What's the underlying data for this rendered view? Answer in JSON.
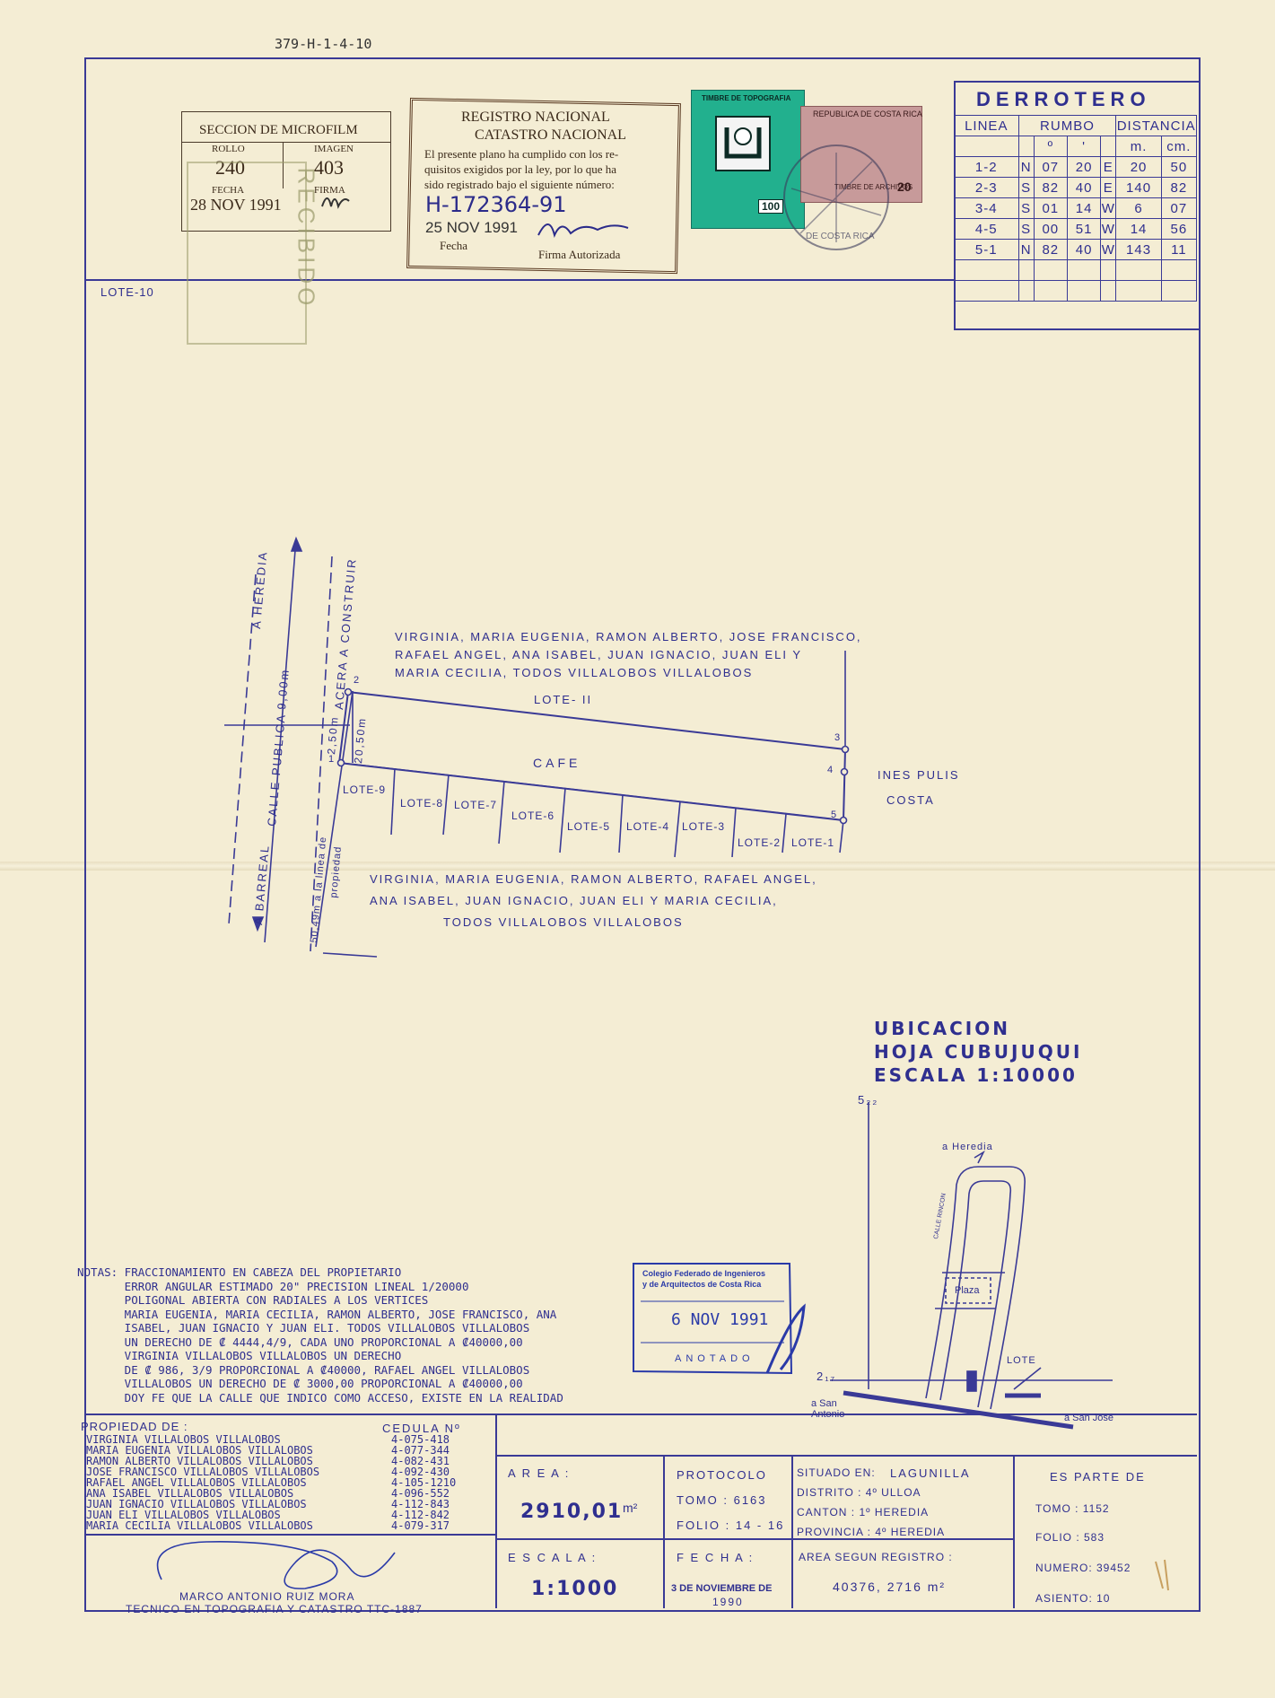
{
  "header_ref": "379-H-1-4-10",
  "microfilm": {
    "title": "SECCION DE MICROFILM",
    "rollo_label": "ROLLO",
    "imagen_label": "IMAGEN",
    "rollo": "240",
    "imagen": "403",
    "fecha_label": "FECHA",
    "firma_label": "FIRMA",
    "fecha": "28 NOV 1991"
  },
  "registro": {
    "line1": "REGISTRO NACIONAL",
    "line2": "CATASTRO NACIONAL",
    "text1": "El presente plano ha cumplido con los re-",
    "text2": "quisitos exigidos por la ley, por lo que ha",
    "text3": "sido registrado bajo el siguiente número:",
    "number": "H-172364-91",
    "date": "25 NOV 1991",
    "fecha_label": "Fecha",
    "firma_label": "Firma Autorizada"
  },
  "timbre": {
    "label": "TIMBRE DE TOPOGRAFIA",
    "value": "100",
    "stamp2": "REPUBLICA DE COSTA RICA",
    "stamp2_sub": "TIMBRE DE ARCHIVOS",
    "stamp2_value": "20",
    "postmark": "DE COSTA RICA"
  },
  "derrotero": {
    "title": "DERROTERO",
    "headers": [
      "LINEA",
      "RUMBO",
      "DISTANCIA"
    ],
    "sub": [
      "º",
      "'",
      "m.",
      "cm."
    ],
    "rows": [
      [
        "1-2",
        "N",
        "07",
        "20",
        "E",
        "20",
        "50"
      ],
      [
        "2-3",
        "S",
        "82",
        "40",
        "E",
        "140",
        "82"
      ],
      [
        "3-4",
        "S",
        "01",
        "14",
        "W",
        "6",
        "07"
      ],
      [
        "4-5",
        "S",
        "00",
        "51",
        "W",
        "14",
        "56"
      ],
      [
        "5-1",
        "N",
        "82",
        "40",
        "W",
        "143",
        "11"
      ]
    ]
  },
  "lote_label": "LOTE-10",
  "recibido_stamp": "RECIBIDO",
  "plan": {
    "north_owners_1": "VIRGINIA, MARIA EUGENIA, RAMON ALBERTO, JOSE FRANCISCO,",
    "north_owners_2": "RAFAEL ANGEL, ANA ISABEL, JUAN IGNACIO, JUAN ELI Y",
    "north_owners_3": "MARIA CECILIA, TODOS VILLALOBOS VILLALOBOS",
    "lote11": "LOTE- II",
    "cafe": "CAFE",
    "east_1": "INES PULIS",
    "east_2": "COSTA",
    "lotes": [
      "LOTE-9",
      "LOTE-8",
      "LOTE-7",
      "LOTE-6",
      "LOTE-5",
      "LOTE-4",
      "LOTE-3",
      "LOTE-2",
      "LOTE-1"
    ],
    "south_1": "VIRGINIA, MARIA EUGENIA, RAMON ALBERTO, RAFAEL ANGEL,",
    "south_2": "ANA ISABEL, JUAN IGNACIO, JUAN ELI Y MARIA CECILIA,",
    "south_3": "TODOS VILLALOBOS VILLALOBOS",
    "vert_heredia": "A HEREDIA",
    "vert_calle": "CALLE PUBLICA",
    "vert_9m": "9,00m",
    "vert_barreal": "A BARREAL",
    "vert_acera": "ACERA A CONSTRUIR",
    "vert_250": "2,50m",
    "vert_2050": "20,50m",
    "vert_linea1": "50,49m a la linea de",
    "vert_linea2": "propiedad",
    "p1": "1",
    "p2": "2",
    "p3": "3",
    "p4": "4",
    "p5": "5"
  },
  "ubicacion": {
    "line1": "UBICACION",
    "line2": "HOJA CUBUJUQUI",
    "line3": "ESCALA 1:10000",
    "c522": "5₂₂",
    "c217": "2₁₇",
    "heredia": "a Heredia",
    "calle": "CALLE RINCON",
    "plaza": "Plaza",
    "lote": "LOTE",
    "san_antonio": "a San Antonio",
    "san_jose": "a San José"
  },
  "notas": [
    "NOTAS: FRACCIONAMIENTO EN CABEZA DEL PROPIETARIO",
    "       ERROR ANGULAR ESTIMADO 20\" PRECISION LINEAL 1/20000",
    "       POLIGONAL ABIERTA CON RADIALES A LOS VERTICES",
    "       MARIA EUGENIA, MARIA CECILIA, RAMON ALBERTO, JOSE FRANCISCO, ANA",
    "       ISABEL, JUAN IGNACIO Y JUAN ELI. TODOS VILLALOBOS VILLALOBOS",
    "       UN DERECHO DE ₡ 4444,4/9, CADA UNO PROPORCIONAL A ₡40000,00",
    "       VIRGINIA VILLALOBOS VILLALOBOS UN DERECHO",
    "       DE ₡ 986, 3/9 PROPORCIONAL A ₡40000, RAFAEL ANGEL VILLALOBOS",
    "       VILLALOBOS UN DERECHO DE ₡ 3000,00 PROPORCIONAL A ₡40000,00",
    "       DOY FE QUE LA CALLE QUE INDICO COMO ACCESO, EXISTE EN LA REALIDAD"
  ],
  "colegio": {
    "line1": "Colegio Federado de Ingenieros",
    "line2": "y de Arquitectos de Costa Rica",
    "date": "6 NOV 1991",
    "anotado": "ANOTADO"
  },
  "propiedad": {
    "title": "PROPIEDAD DE :",
    "cedula_label": "CEDULA Nº",
    "owners": [
      [
        "VIRGINIA VILLALOBOS VILLALOBOS",
        "4-075-418"
      ],
      [
        "MARIA EUGENIA VILLALOBOS VILLALOBOS",
        "4-077-344"
      ],
      [
        "RAMON ALBERTO VILLALOBOS VILLALOBOS",
        "4-082-431"
      ],
      [
        "JOSE FRANCISCO VILLALOBOS VILLALOBOS",
        "4-092-430"
      ],
      [
        "RAFAEL ANGEL VILLALOBOS VILLALOBOS",
        "4-105-1210"
      ],
      [
        "ANA ISABEL VILLALOBOS VILLALOBOS",
        "4-096-552"
      ],
      [
        "JUAN IGNACIO VILLALOBOS VILLALOBOS",
        "4-112-843"
      ],
      [
        "JUAN ELI VILLALOBOS VILLALOBOS",
        "4-112-842"
      ],
      [
        "MARIA CECILIA VILLALOBOS VILLALOBOS",
        "4-079-317"
      ]
    ]
  },
  "firmante": {
    "name": "MARCO ANTONIO RUIZ MORA",
    "title": "TECNICO EN TOPOGRAFIA Y CATASTRO TTC-1887"
  },
  "area": {
    "label": "A R E A :",
    "value": "2910,01",
    "unit": "m²"
  },
  "escala": {
    "label": "E S C A L A :",
    "value": "1:1000"
  },
  "protocolo": {
    "label": "PROTOCOLO",
    "tomo": "TOMO : 6163",
    "folio": "FOLIO : 14 - 16"
  },
  "fecha": {
    "label": "F E C H A :",
    "value1": "3 DE NOVIEMBRE DE",
    "value2": "1990"
  },
  "situado": {
    "label": "SITUADO EN:",
    "lugar": "LAGUNILLA",
    "distrito": "DISTRITO : 4º ULLOA",
    "canton": "CANTON :  1º HEREDIA",
    "provincia": "PROVINCIA : 4º HEREDIA",
    "area_registro_label": "AREA SEGUN REGISTRO :",
    "area_registro": "40376, 2716 m²"
  },
  "parte": {
    "title": "ES PARTE DE",
    "tomo": "TOMO :  1152",
    "folio": "FOLIO :  583",
    "numero": "NUMERO: 39452",
    "asiento": "ASIENTO: 10"
  },
  "colors": {
    "ink": "#2f2f8f",
    "paper": "#f4edd4",
    "stamp_green": "#1fb08a",
    "stamp_brown": "#5a3a22"
  }
}
